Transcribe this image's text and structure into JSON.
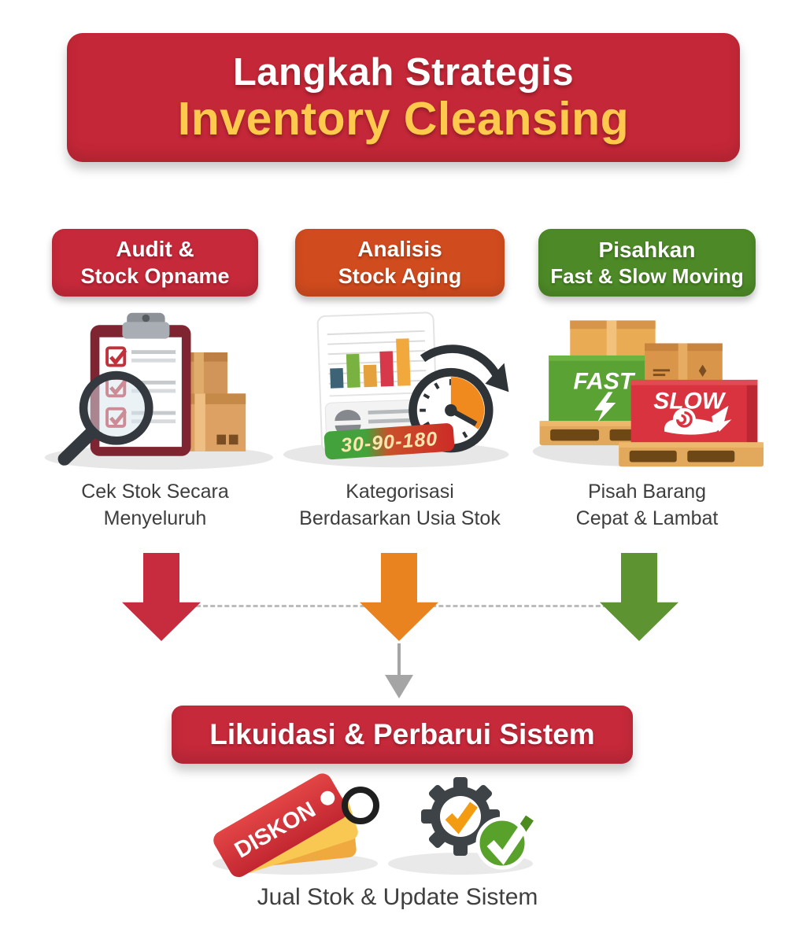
{
  "header": {
    "line1": "Langkah Strategis",
    "line2": "Inventory Cleansing",
    "bg": "#C42737",
    "line1_color": "#FFFFFF",
    "line2_color": "#FFC94D"
  },
  "steps": [
    {
      "badge": {
        "line1": "Audit &",
        "line2": "Stock Opname",
        "color": "#C5293A"
      },
      "illustration": "clipboard-checklist-magnifier-boxes",
      "caption": {
        "line1": "Cek Stok Secara",
        "line2": "Menyeluruh"
      },
      "arrow_color": "#C62B3E"
    },
    {
      "badge": {
        "line1": "Analisis",
        "line2": "Stock Aging",
        "color": "#D04B1E"
      },
      "illustration": "report-bar-chart-stopwatch",
      "ribbon_label": "30-90-180",
      "caption": {
        "line1": "Kategorisasi",
        "line2": "Berdasarkan Usia Stok"
      },
      "arrow_color": "#E9831F"
    },
    {
      "badge": {
        "line1": "Pisahkan",
        "line2": "Fast & Slow Moving",
        "color": "#4D8A27"
      },
      "illustration": "fast-slow-crates-on-pallets",
      "fast_label": "FAST",
      "slow_label": "SLOW",
      "caption": {
        "line1": "Pisah Barang",
        "line2": "Cepat & Lambat"
      },
      "arrow_color": "#5D9330"
    }
  ],
  "connector": {
    "dash_color": "#BCBCBC",
    "small_arrow_color": "#A5A5A5"
  },
  "result": {
    "banner_label": "Likuidasi & Perbarui Sistem",
    "banner_color": "#C5293A",
    "diskon_label": "DISKON",
    "caption": "Jual Stok & Update Sistem"
  }
}
